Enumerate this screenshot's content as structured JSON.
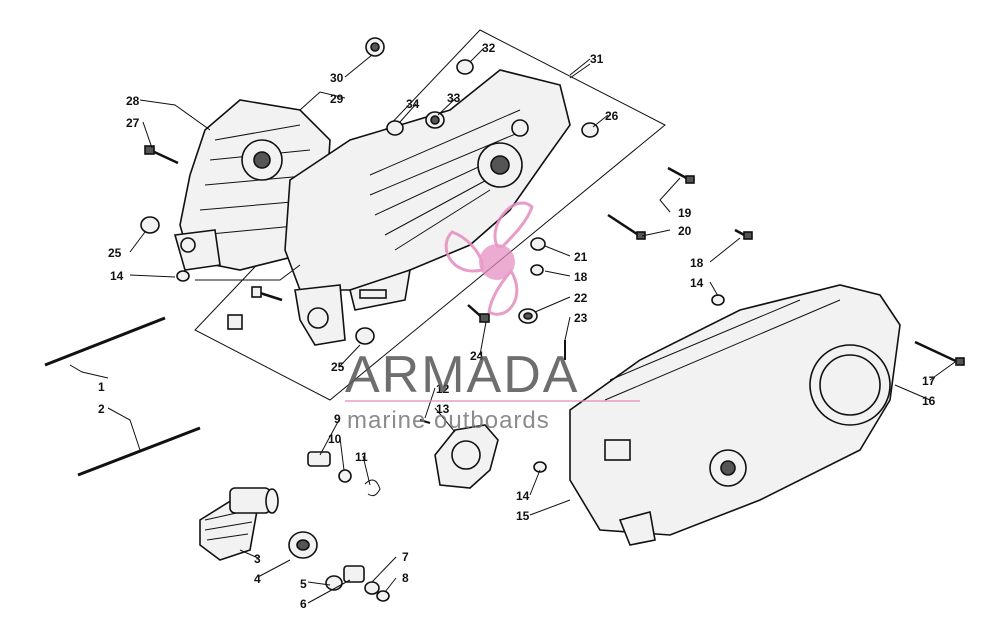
{
  "watermark": {
    "brand": "ARMADA",
    "tagline": "marine outboards",
    "brand_color": "#555555",
    "logo_color": "#e58cc0",
    "logo_icon": "propeller-icon"
  },
  "callouts": {
    "c1": "1",
    "c2": "2",
    "c3": "3",
    "c4": "4",
    "c5": "5",
    "c6": "6",
    "c7": "7",
    "c8": "8",
    "c9": "9",
    "c10": "10",
    "c11": "11",
    "c12": "12",
    "c13": "13",
    "c14a": "14",
    "c14b": "14",
    "c14c": "14",
    "c15": "15",
    "c16": "16",
    "c17": "17",
    "c18a": "18",
    "c18b": "18",
    "c19": "19",
    "c20": "20",
    "c21": "21",
    "c22": "22",
    "c23": "23",
    "c24": "24",
    "c25a": "25",
    "c25b": "25",
    "c26": "26",
    "c27": "27",
    "c28": "28",
    "c29": "29",
    "c30": "30",
    "c31": "31",
    "c32": "32",
    "c33": "33",
    "c34": "34"
  }
}
